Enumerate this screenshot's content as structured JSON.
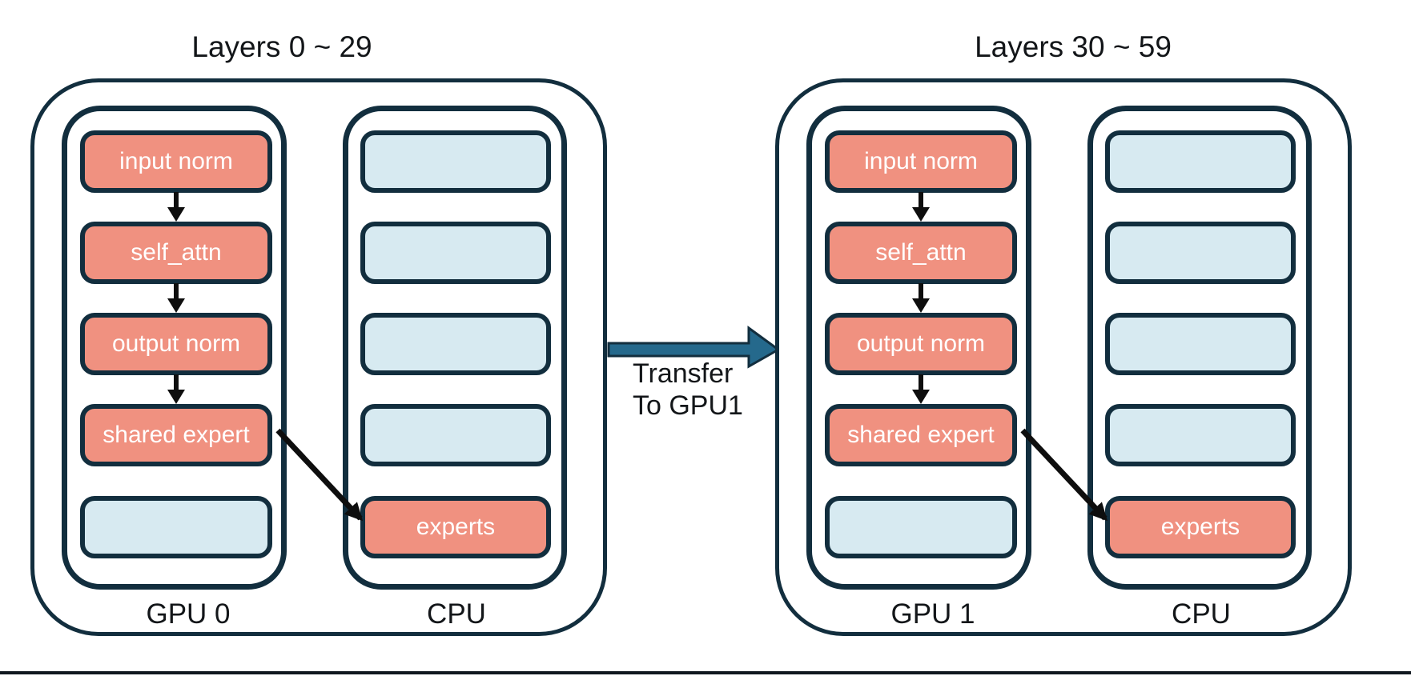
{
  "colors": {
    "border": "#122e3e",
    "salmon": "#f09180",
    "blue": "#d7eaf1",
    "arrowfill": "#25698c",
    "ink": "#131619",
    "flow": "#0e0e0e",
    "baseline": "#10181f"
  },
  "groups": [
    {
      "title": "Layers 0 ~ 29",
      "units": [
        {
          "label": "GPU 0",
          "boxes": [
            {
              "text": "input norm",
              "color": "salmon"
            },
            {
              "text": "self_attn",
              "color": "salmon"
            },
            {
              "text": "output norm",
              "color": "salmon"
            },
            {
              "text": "shared expert",
              "color": "salmon"
            },
            {
              "text": "",
              "color": "blue"
            }
          ]
        },
        {
          "label": "CPU",
          "boxes": [
            {
              "text": "",
              "color": "blue"
            },
            {
              "text": "",
              "color": "blue"
            },
            {
              "text": "",
              "color": "blue"
            },
            {
              "text": "",
              "color": "blue"
            },
            {
              "text": "experts",
              "color": "salmon"
            }
          ]
        }
      ]
    },
    {
      "title": "Layers 30 ~ 59",
      "units": [
        {
          "label": "GPU 1",
          "boxes": [
            {
              "text": "input norm",
              "color": "salmon"
            },
            {
              "text": "self_attn",
              "color": "salmon"
            },
            {
              "text": "output norm",
              "color": "salmon"
            },
            {
              "text": "shared expert",
              "color": "salmon"
            },
            {
              "text": "",
              "color": "blue"
            }
          ]
        },
        {
          "label": "CPU",
          "boxes": [
            {
              "text": "",
              "color": "blue"
            },
            {
              "text": "",
              "color": "blue"
            },
            {
              "text": "",
              "color": "blue"
            },
            {
              "text": "",
              "color": "blue"
            },
            {
              "text": "experts",
              "color": "salmon"
            }
          ]
        }
      ]
    }
  ],
  "transfer": {
    "line1": "Transfer",
    "line2": "To GPU1"
  }
}
